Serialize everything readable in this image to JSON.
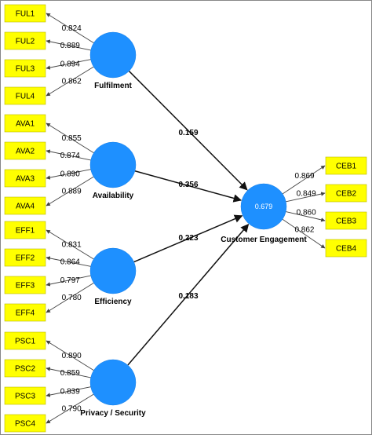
{
  "constructs": [
    {
      "id": "fulfilment",
      "label": "Fulfilment",
      "indicators": [
        {
          "name": "FUL1",
          "loading": "0.824"
        },
        {
          "name": "FUL2",
          "loading": "0.889"
        },
        {
          "name": "FUL3",
          "loading": "0.894"
        },
        {
          "name": "FUL4",
          "loading": "0.862"
        }
      ],
      "path_coefficient": "0.159"
    },
    {
      "id": "availability",
      "label": "Availability",
      "indicators": [
        {
          "name": "AVA1",
          "loading": "0.855"
        },
        {
          "name": "AVA2",
          "loading": "0.874"
        },
        {
          "name": "AVA3",
          "loading": "0.890"
        },
        {
          "name": "AVA4",
          "loading": "0.889"
        }
      ],
      "path_coefficient": "0.356"
    },
    {
      "id": "efficiency",
      "label": "Efficiency",
      "indicators": [
        {
          "name": "EFF1",
          "loading": "0.831"
        },
        {
          "name": "EFF2",
          "loading": "0.864"
        },
        {
          "name": "EFF3",
          "loading": "0.797"
        },
        {
          "name": "EFF4",
          "loading": "0.780"
        }
      ],
      "path_coefficient": "0.223"
    },
    {
      "id": "privacy-security",
      "label": "Privacy / Security",
      "indicators": [
        {
          "name": "PSC1",
          "loading": "0.890"
        },
        {
          "name": "PSC2",
          "loading": "0.859"
        },
        {
          "name": "PSC3",
          "loading": "0.839"
        },
        {
          "name": "PSC4",
          "loading": "0.790"
        }
      ],
      "path_coefficient": "0.183"
    }
  ],
  "target": {
    "id": "customer-engagement",
    "label": "Customer Engagement",
    "r_squared": "0.679",
    "indicators": [
      {
        "name": "CEB1",
        "loading": "0.869"
      },
      {
        "name": "CEB2",
        "loading": "0.849"
      },
      {
        "name": "CEB3",
        "loading": "0.860"
      },
      {
        "name": "CEB4",
        "loading": "0.862"
      }
    ]
  },
  "colors": {
    "construct_fill": "#1e90ff",
    "indicator_fill": "#ffff00",
    "border": "#888888"
  }
}
